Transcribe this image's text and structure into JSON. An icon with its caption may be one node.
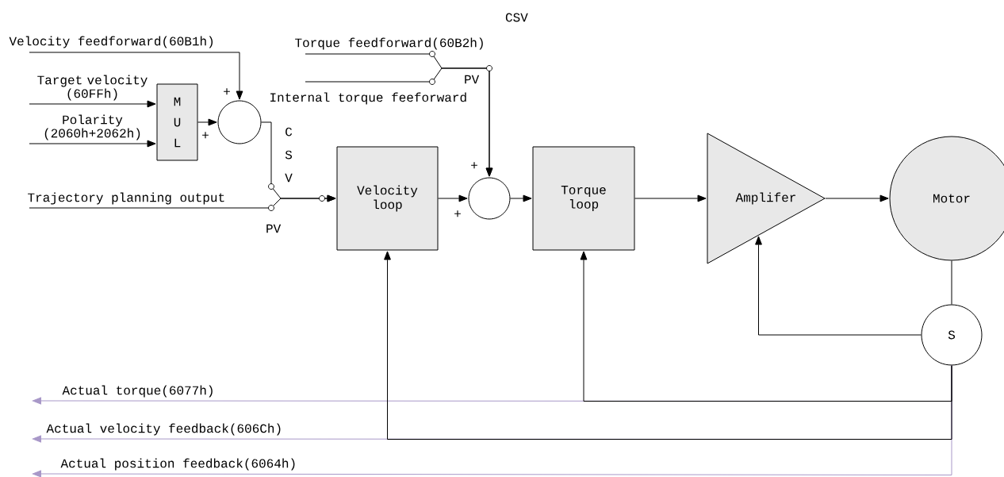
{
  "diagram": {
    "nodes": [
      {
        "text": [
          "Velocity feedforward(60B1h)"
        ]
      },
      {
        "text": [
          "Target velocity (60FFh)"
        ]
      },
      {
        "text": [
          "Polarity (2060h+2062h)"
        ]
      },
      {
        "text": [
          "M U L"
        ]
      },
      {
        "text": [],
        "shape": "circle"
      },
      {
        "text": [
          "Trajectory planning output"
        ]
      },
      {
        "text": [
          "Velocity loop"
        ]
      },
      {
        "text": [
          "Torque feedforward(60B2h)"
        ]
      },
      {
        "text": [
          "Internal torque feeforward"
        ]
      },
      {
        "text": [],
        "shape": "circle"
      },
      {
        "text": [
          "Torque loop"
        ]
      },
      {
        "text": [
          "Amplifer"
        ]
      },
      {
        "text": [
          "Motor"
        ]
      },
      {
        "text": [
          "S"
        ]
      }
    ],
    "edges": [
      {
        "from": 0,
        "to": 4,
        "arrow": "to"
      },
      {
        "from": 1,
        "to": 3,
        "arrow": "to"
      },
      {
        "from": 2,
        "to": 3,
        "arrow": "to"
      },
      {
        "from": 3,
        "to": 4,
        "arrow": "to"
      },
      {
        "from": 4,
        "to": 6,
        "arrow": "to"
      },
      {
        "from": 5,
        "to": 6,
        "arrow": "to"
      },
      {
        "from": 6,
        "to": 9,
        "arrow": "to"
      },
      {
        "from": 7,
        "to": 9,
        "arrow": "to"
      },
      {
        "from": 8,
        "to": 9,
        "arrow": "to"
      },
      {
        "from": 9,
        "to": 10,
        "arrow": "to"
      },
      {
        "from": 10,
        "to": 11,
        "arrow": "to"
      },
      {
        "from": 11,
        "to": 12,
        "arrow": "to"
      },
      {
        "from": 12,
        "to": 13,
        "arrow": "none"
      },
      {
        "from": 13,
        "to": 11,
        "arrow": "to"
      },
      {
        "from": 13,
        "to": 10,
        "arrow": "to"
      },
      {
        "from": 13,
        "to": 6,
        "arrow": "to"
      },
      {
        "from": 13,
        "to": null,
        "arrow": "to",
        "label": "Actual torque(6077h)",
        "color": "#a898c8"
      },
      {
        "from": 13,
        "to": null,
        "arrow": "to",
        "label": "Actual velocity feedback(606Ch)",
        "color": "#a898c8"
      },
      {
        "from": 13,
        "to": null,
        "arrow": "to",
        "label": "Actual position feedback(6064h)",
        "color": "#a898c8"
      }
    ],
    "labels": [
      "CSV",
      "PV",
      "+",
      "+",
      "C S V",
      "+",
      "+",
      "PV"
    ]
  }
}
